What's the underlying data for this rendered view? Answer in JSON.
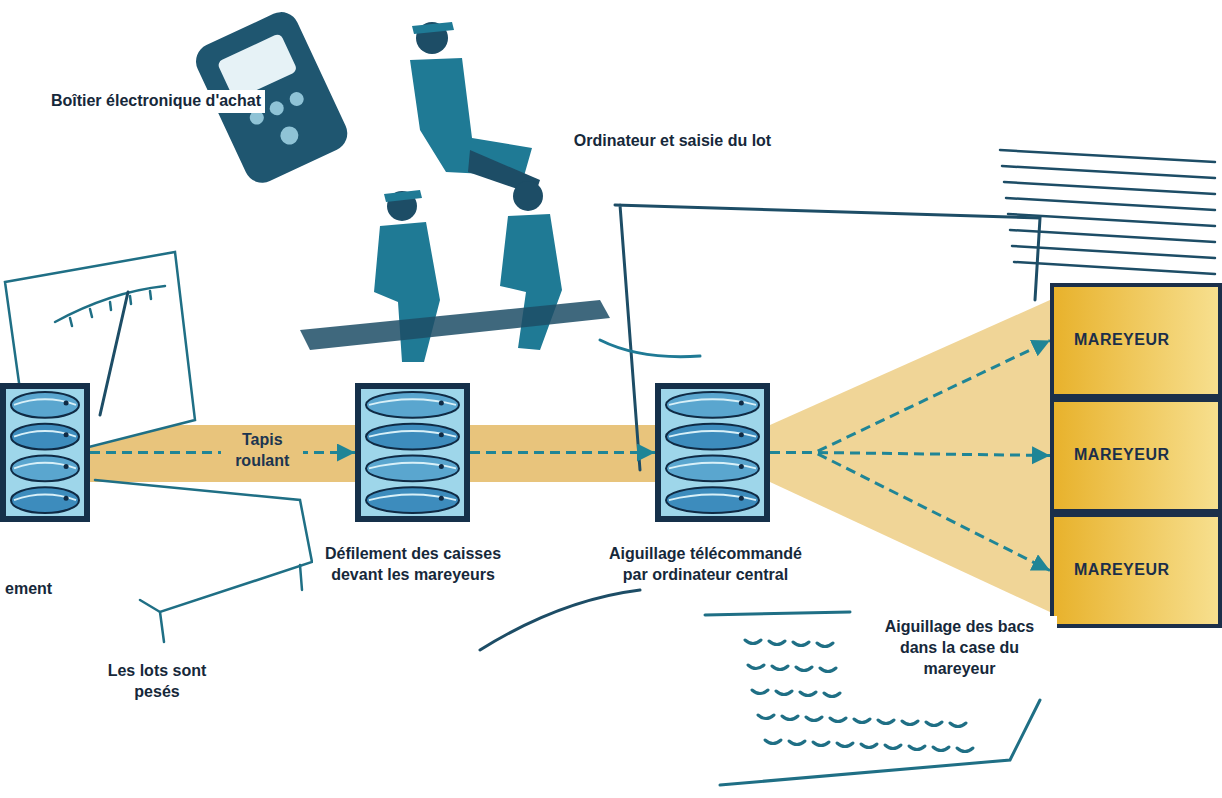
{
  "diagram": {
    "nodes": [
      {
        "text": [
          "ement"
        ]
      },
      {
        "text": [
          "Défilement des caisses devant les mareyeurs"
        ]
      },
      {
        "text": [
          "Aiguillage télécommandé par ordinateur central"
        ]
      },
      {
        "text": [
          "MAREYEUR"
        ]
      },
      {
        "text": [
          "MAREYEUR"
        ]
      },
      {
        "text": [
          "MAREYEUR"
        ]
      }
    ],
    "edges": [
      {
        "from": 0,
        "to": 1,
        "label": "Tapis roulant",
        "arrow": "to"
      },
      {
        "from": 1,
        "to": 2,
        "arrow": "to"
      },
      {
        "from": 2,
        "to": 3,
        "arrow": "to"
      },
      {
        "from": 2,
        "to": 4,
        "arrow": "to"
      },
      {
        "from": 2,
        "to": 5,
        "arrow": "to"
      }
    ],
    "labels": [
      "Boîtier électronique d'achat",
      "Ordinateur et saisie du lot",
      "Les lots sont pesés",
      "Aiguillage des bacs dans la case du mareyeur"
    ]
  }
}
